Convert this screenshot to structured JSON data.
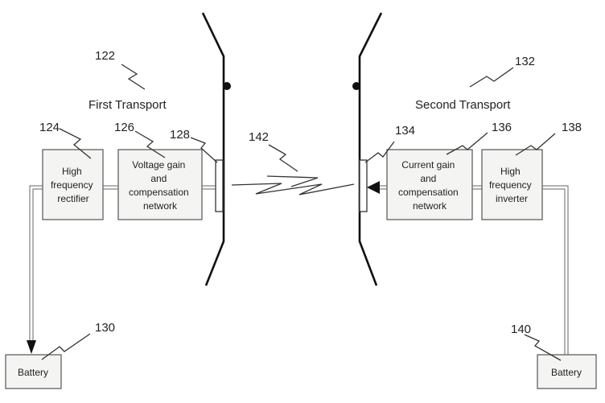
{
  "refs": {
    "r122": "122",
    "r124": "124",
    "r126": "126",
    "r128": "128",
    "r130": "130",
    "r132": "132",
    "r134": "134",
    "r136": "136",
    "r138": "138",
    "r140": "140",
    "r142": "142"
  },
  "titles": {
    "first": "First Transport",
    "second": "Second Transport"
  },
  "boxes": {
    "rectifier": [
      "High",
      "frequency",
      "rectifier"
    ],
    "voltage": [
      "Voltage gain",
      "and",
      "compensation",
      "network"
    ],
    "current": [
      "Current gain",
      "and",
      "compensation",
      "network"
    ],
    "inverter": [
      "High",
      "frequency",
      "inverter"
    ],
    "battery_left": [
      "Battery"
    ],
    "battery_right": [
      "Battery"
    ]
  }
}
